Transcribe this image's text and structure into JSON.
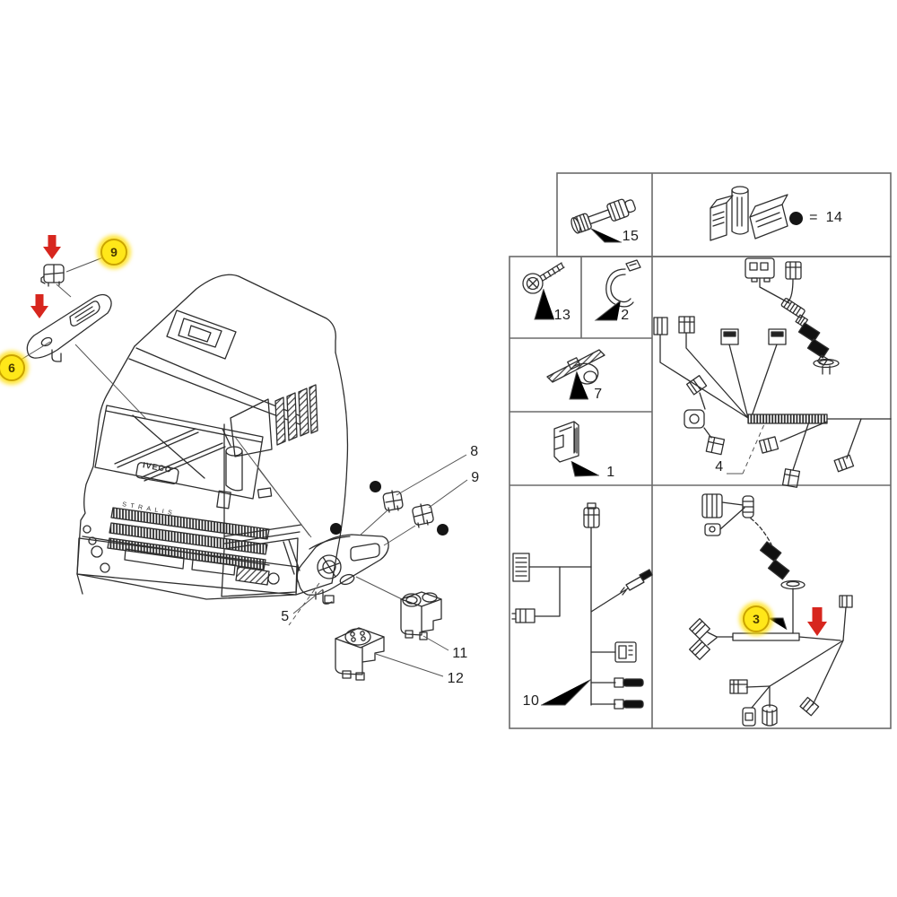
{
  "diagram_type": "truck cab electrical parts exploded diagram",
  "truck": {
    "brand": "IVECO",
    "model": "STRALIS"
  },
  "labels": {
    "p1": "1",
    "p2": "2",
    "p4": "4",
    "p5": "5",
    "p7": "7",
    "p8": "8",
    "p9": "9",
    "p10": "10",
    "p11": "11",
    "p12": "12",
    "p13": "13",
    "p15": "15"
  },
  "highlights": {
    "h3": "3",
    "h6": "6",
    "h9": "9"
  },
  "legend": {
    "dot_symbol": "●",
    "equals": "=",
    "value": "14"
  },
  "colors": {
    "arrow_red": "#d7261e",
    "highlight_yellow": "#ffe719",
    "highlight_ring": "#caa400",
    "line_dark": "#2e2e2e",
    "grid_gray": "#6b6b6b",
    "dot_black": "#151515"
  }
}
